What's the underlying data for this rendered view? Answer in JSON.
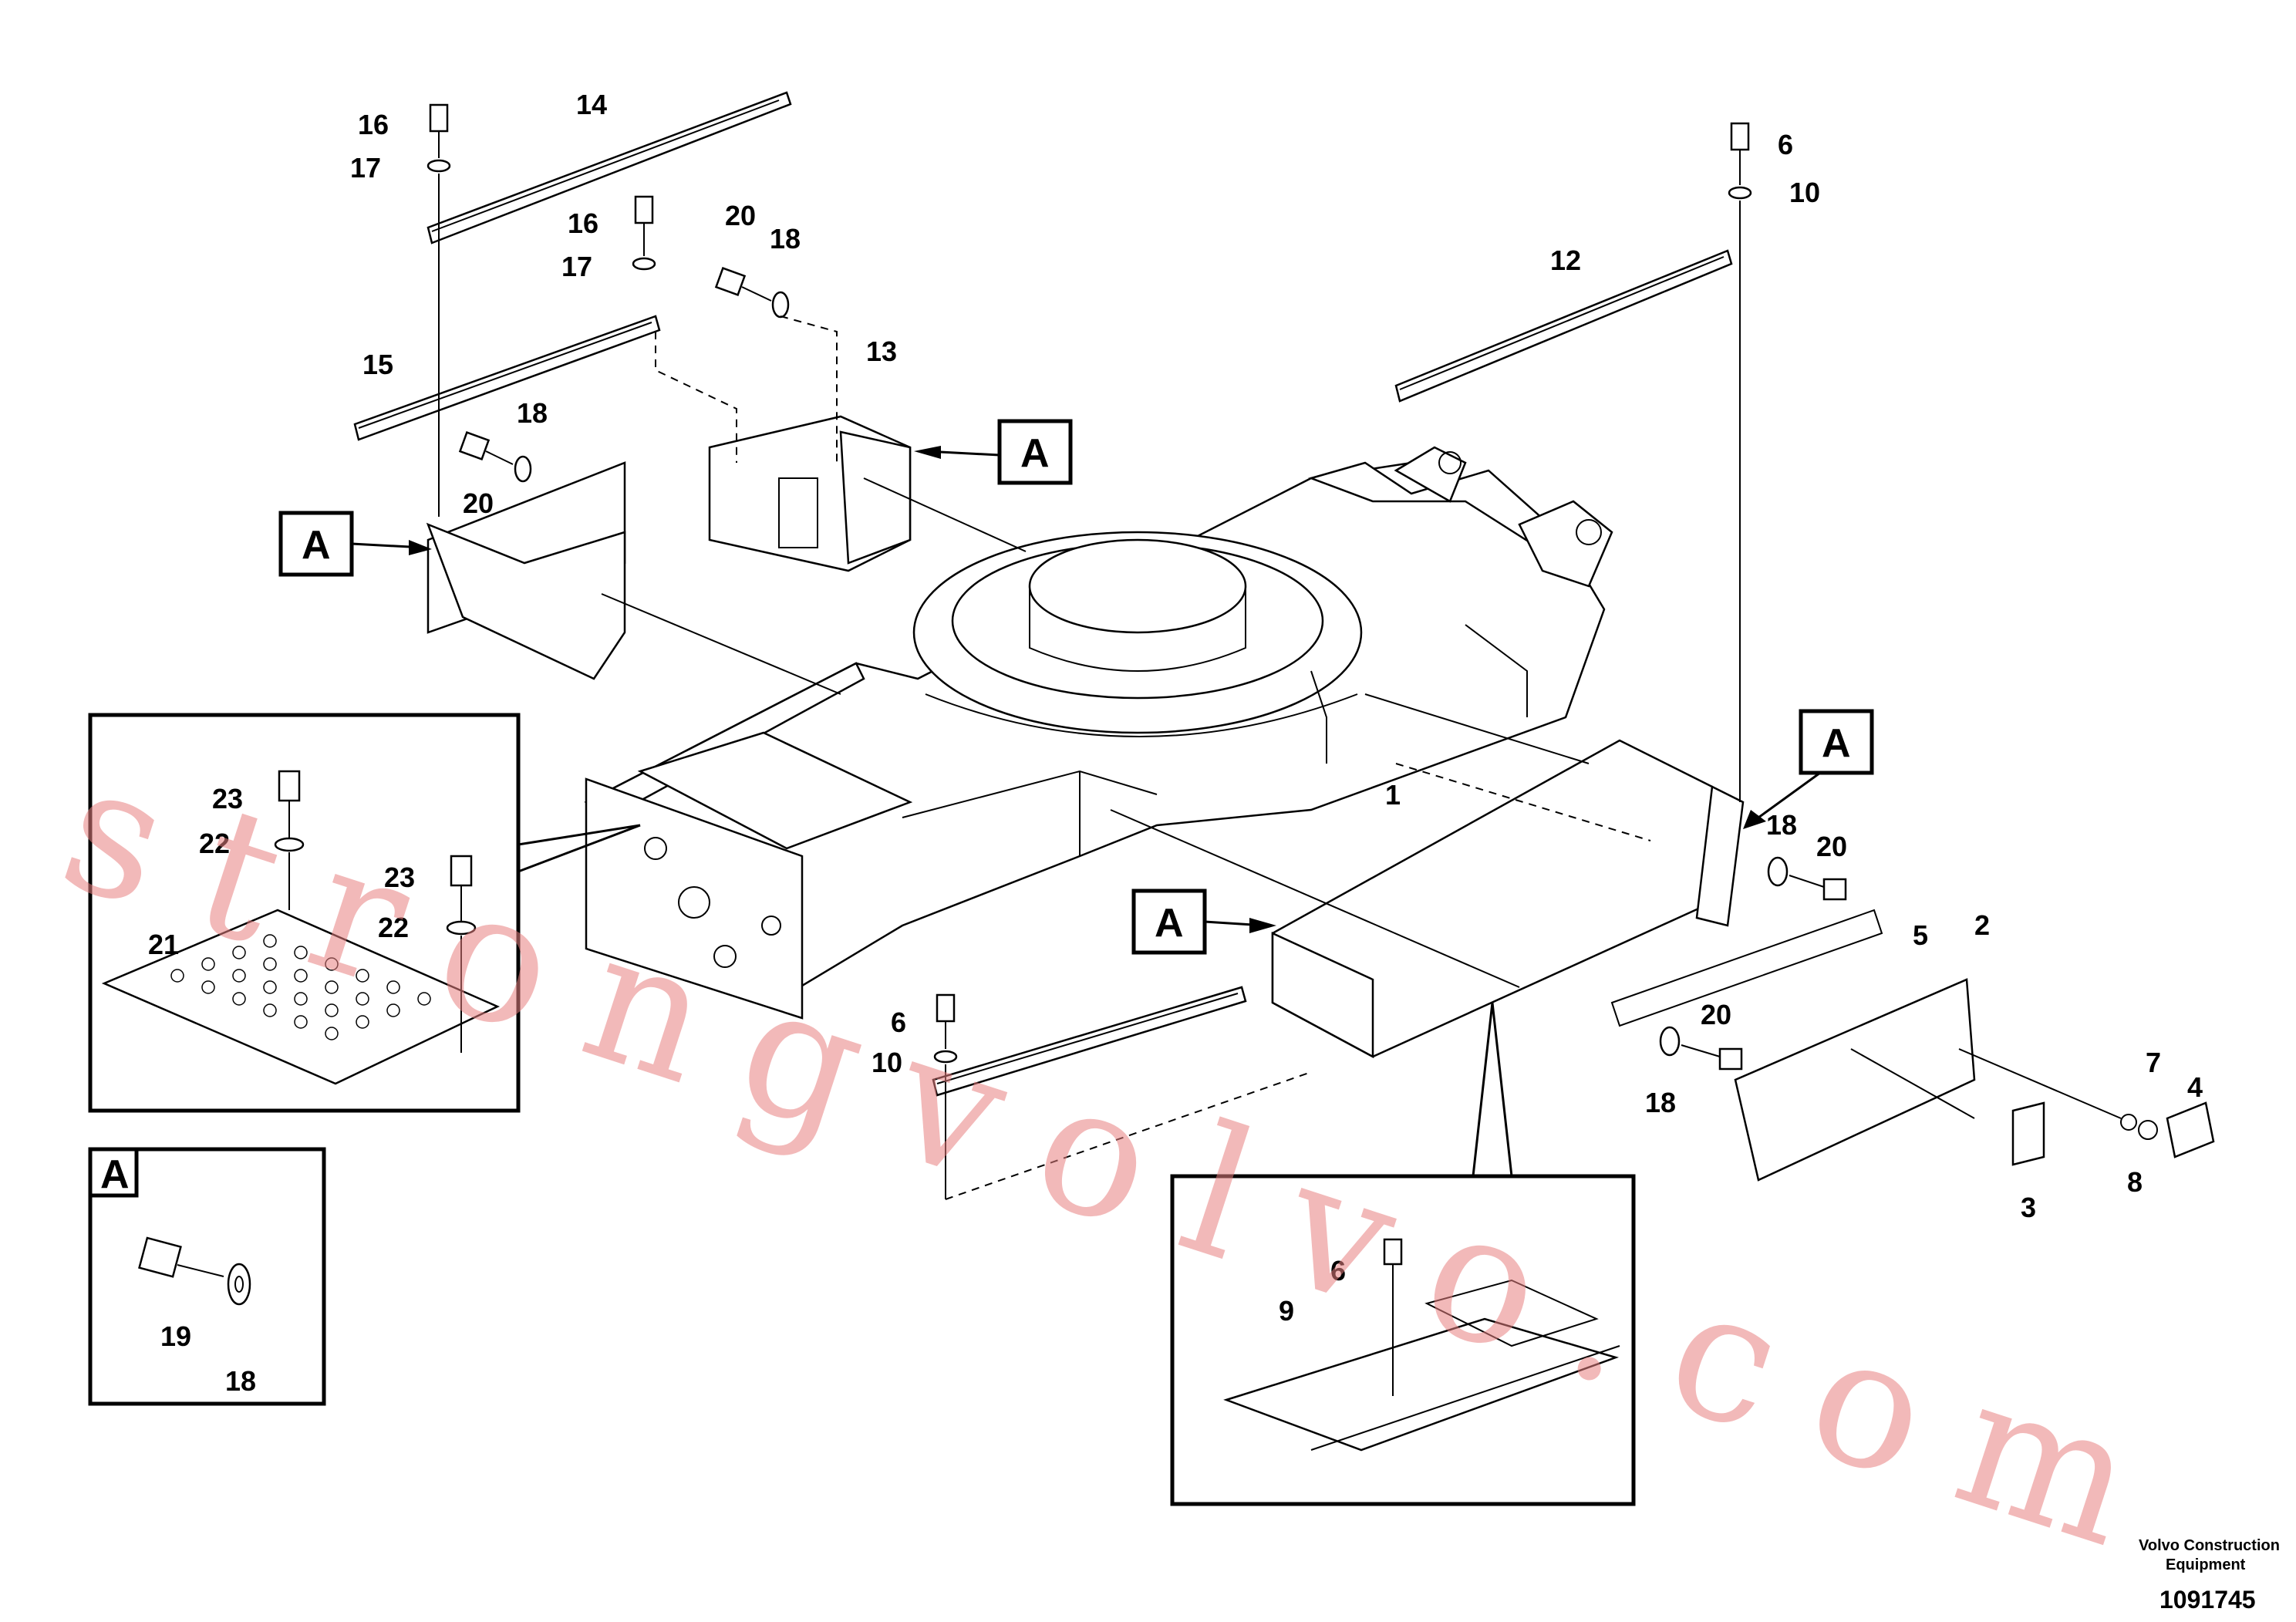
{
  "callouts": [
    "16",
    "14",
    "17",
    "16",
    "17",
    "20",
    "18",
    "15",
    "13",
    "18",
    "20",
    "6",
    "10",
    "12",
    "23",
    "22",
    "23",
    "22",
    "21",
    "1",
    "18",
    "20",
    "5",
    "2",
    "20",
    "6",
    "10",
    "18",
    "7",
    "4",
    "8",
    "3",
    "19",
    "18",
    "6",
    "9"
  ],
  "box_tag": "A",
  "watermark": "strongvolvo.com",
  "credit_line1": "Volvo Construction",
  "credit_line2": "Equipment",
  "doc_number": "1091745"
}
